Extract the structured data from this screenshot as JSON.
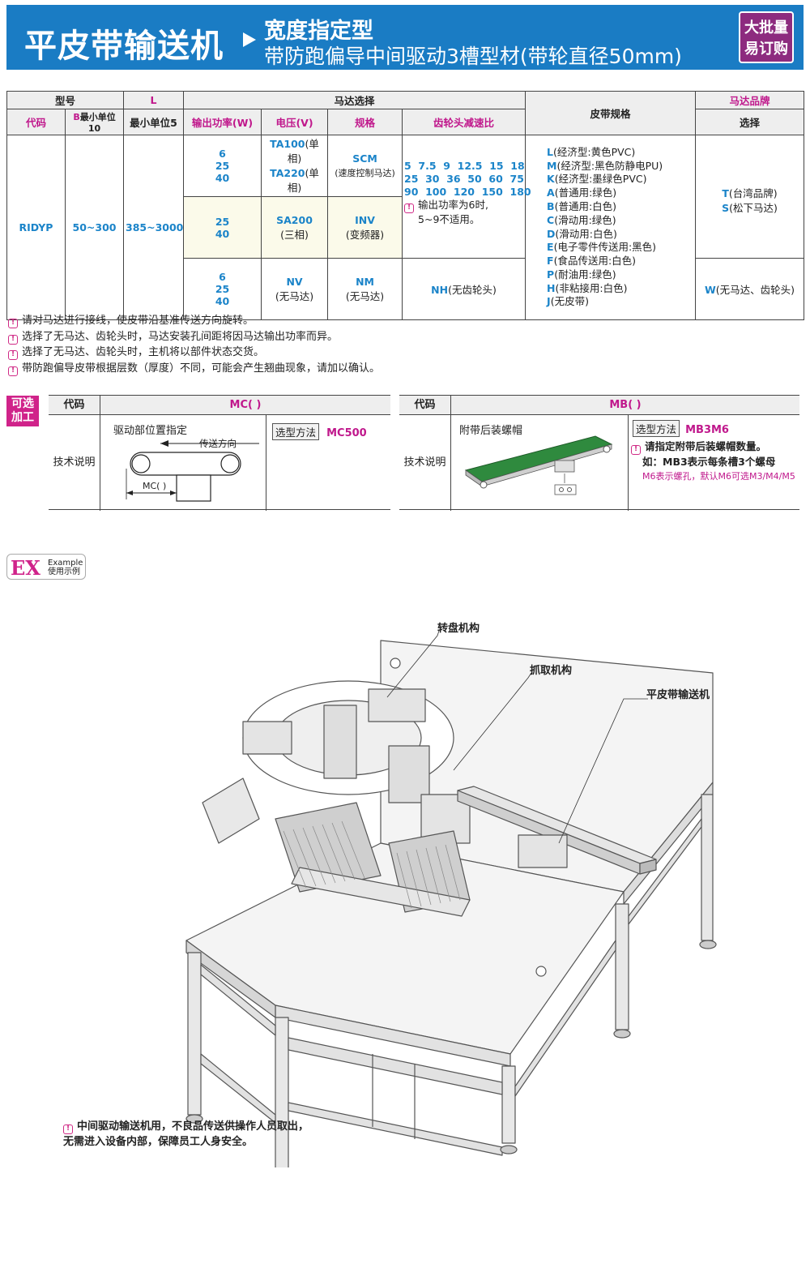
{
  "header": {
    "title": "平皮带输送机",
    "subtitle1": "宽度指定型",
    "subtitle2": "带防跑偏导中间驱动3槽型材(带轮直径50mm)",
    "badge_line1": "大批量",
    "badge_line2": "易订购"
  },
  "table": {
    "h_model": "型号",
    "h_L": "L",
    "h_motor": "马达选择",
    "h_belt": "皮带规格",
    "h_brand": "马达品牌",
    "h_brand2": "选择",
    "h_code": "代码",
    "h_B_letter": "B",
    "h_B_unit": "最小单位10",
    "h_L_unit": "最小单位5",
    "h_power": "输出功率(W)",
    "h_voltage": "电压(V)",
    "h_spec": "规格",
    "h_ratio": "齿轮头减速比",
    "code": "RIDYP",
    "B_range": "50~300",
    "L_range": "385~3000",
    "r1_power": [
      "6",
      "25",
      "40"
    ],
    "r1_volt1": "TA100",
    "r1_volt1_note": "(单相)",
    "r1_volt2": "TA220",
    "r1_volt2_note": "(单相)",
    "r1_spec": "SCM",
    "r1_spec_note": "(速度控制马达)",
    "ratio_line1": "5  7.5  9  12.5  15  18",
    "ratio_line2": "25  30  36  50  60  75",
    "ratio_line3": "90  100  120  150  180",
    "ratio_note1": "输出功率为6时,",
    "ratio_note2": "5~9不适用。",
    "r2_power": [
      "25",
      "40"
    ],
    "r2_volt": "SA200",
    "r2_volt_note": "(三相)",
    "r2_spec": "INV",
    "r2_spec_note": "(变频器)",
    "r3_power": [
      "6",
      "25",
      "40"
    ],
    "r3_volt": "NV",
    "r3_volt_note": "(无马达)",
    "r3_spec": "NM",
    "r3_spec_note": "(无马达)",
    "r3_ratio": "NH",
    "r3_ratio_note": "(无齿轮头)",
    "belts": [
      {
        "code": "L",
        "desc": "(经济型:黄色PVC)"
      },
      {
        "code": "M",
        "desc": "(经济型:黑色防静电PU)"
      },
      {
        "code": "K",
        "desc": "(经济型:墨绿色PVC)"
      },
      {
        "code": "A",
        "desc": "(普通用:绿色)"
      },
      {
        "code": "B",
        "desc": "(普通用:白色)"
      },
      {
        "code": "C",
        "desc": "(滑动用:绿色)"
      },
      {
        "code": "D",
        "desc": "(滑动用:白色)"
      },
      {
        "code": "E",
        "desc": "(电子零件传送用:黑色)"
      },
      {
        "code": "F",
        "desc": "(食品传送用:白色)"
      },
      {
        "code": "P",
        "desc": "(耐油用:绿色)"
      },
      {
        "code": "H",
        "desc": "(非粘接用:白色)"
      },
      {
        "code": "J",
        "desc": "(无皮带)"
      }
    ],
    "brand1": "T",
    "brand1_note": "(台湾品牌)",
    "brand2": "S",
    "brand2_note": "(松下马达)",
    "brand3": "W",
    "brand3_note": "(无马达、齿轮头)"
  },
  "notes": [
    "请对马达进行接线，使皮带沿基准传送方向旋转。",
    "选择了无马达、齿轮头时，马达安装孔间距将因马达输出功率而异。",
    "选择了无马达、齿轮头时，主机将以部件状态交货。",
    "带防跑偏导皮带根据层数（厚度）不同，可能会产生翘曲现象，请加以确认。"
  ],
  "optional": {
    "tag_line1": "可选",
    "tag_line2": "加工",
    "mark_glyph": "!",
    "code_label": "代码",
    "desc_label": "技术说明",
    "select_label": "选型方法",
    "mc": {
      "value": "MC( )",
      "title": "驱动部位置指定",
      "direction": "传送方向",
      "dim": "MC( )",
      "example": "MC500"
    },
    "mb": {
      "value": "MB( )",
      "title": "附带后装螺帽",
      "example": "MB3M6",
      "note1": "请指定附带后装螺帽数量。",
      "note2": "如：MB3表示每条槽3个螺母",
      "note3": "M6表示螺孔，默认M6可选M3/M4/M5"
    }
  },
  "example": {
    "big": "EX",
    "line1": "Example",
    "line2": "使用示例"
  },
  "illustration": {
    "label_turntable": "转盘机构",
    "label_grab": "抓取机构",
    "label_conveyor": "平皮带输送机"
  },
  "bottom_note": {
    "line1": "中间驱动输送机用，不良品传送供操作人员取出，",
    "line2": "无需进入设备内部，保障员工人身安全。"
  }
}
